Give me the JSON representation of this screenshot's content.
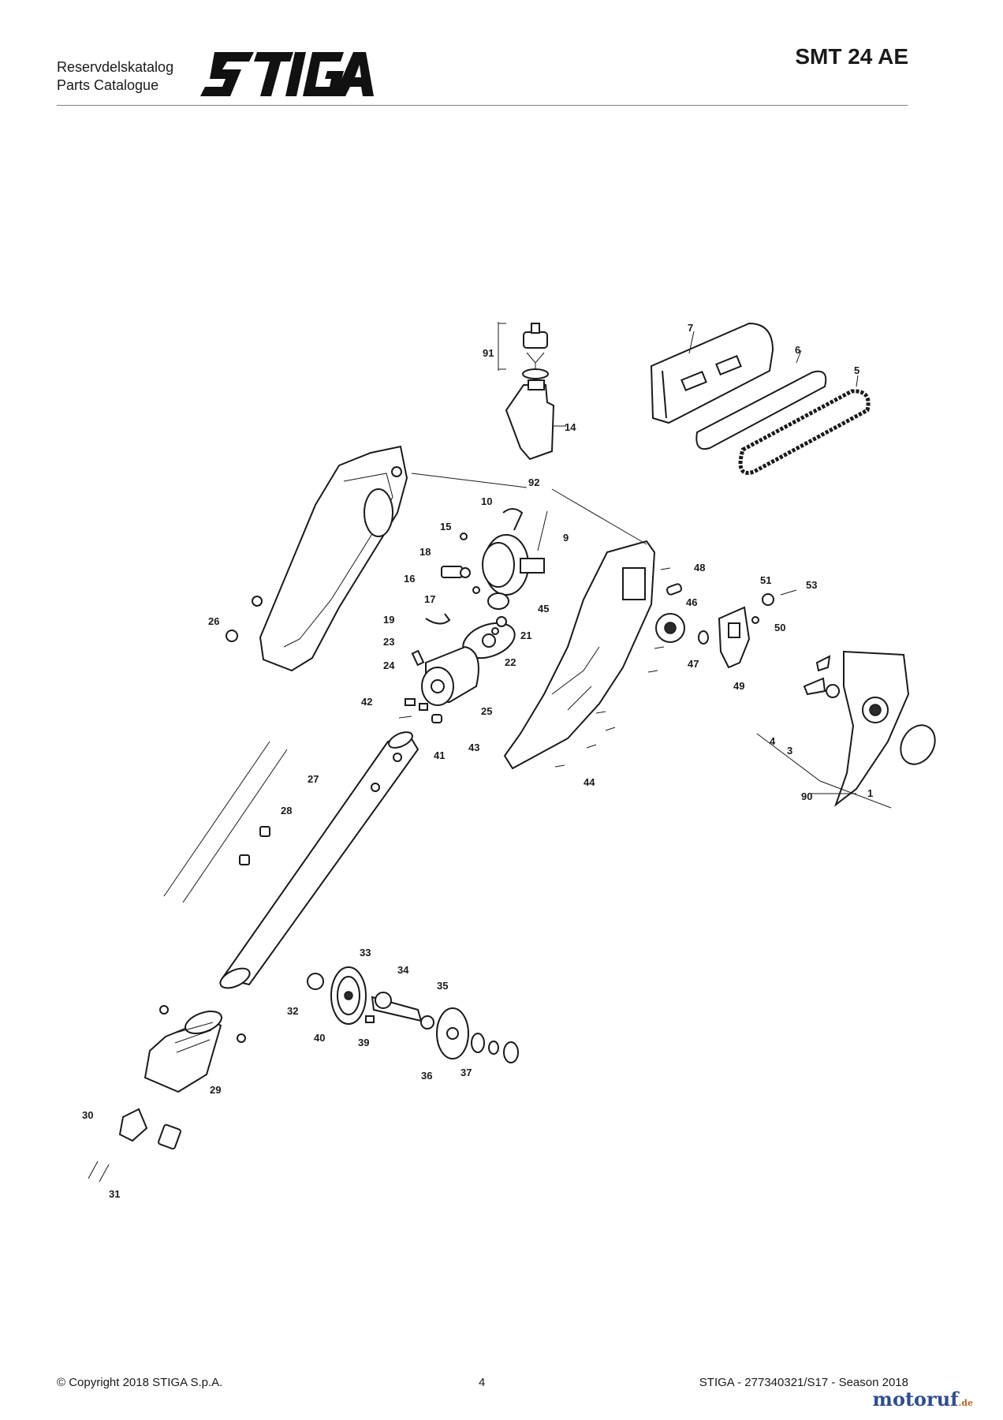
{
  "header": {
    "catalog_line1": "Reservdelskatalog",
    "catalog_line2": "Parts Catalogue",
    "brand": "STIGA",
    "model": "SMT 24 AE"
  },
  "diagram": {
    "callouts": [
      "1",
      "3",
      "4",
      "5",
      "6",
      "7",
      "9",
      "10",
      "14",
      "15",
      "16",
      "17",
      "18",
      "19",
      "21",
      "22",
      "23",
      "24",
      "25",
      "26",
      "27",
      "28",
      "29",
      "30",
      "31",
      "32",
      "33",
      "34",
      "35",
      "36",
      "37",
      "39",
      "40",
      "41",
      "42",
      "43",
      "44",
      "45",
      "46",
      "47",
      "48",
      "49",
      "50",
      "51",
      "53",
      "90",
      "91",
      "92"
    ]
  },
  "footer": {
    "copyright": "© Copyright 2018 STIGA S.p.A.",
    "page_number": "4",
    "doc_ref": "STIGA - 277340321/S17 - Season 2018"
  },
  "watermark": {
    "name": "motoruf",
    "tld": ".de"
  }
}
